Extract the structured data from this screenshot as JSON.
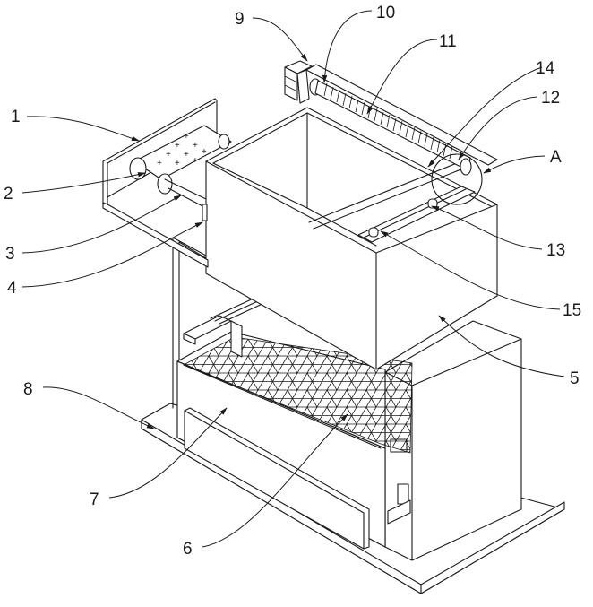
{
  "figure": {
    "title": "Isometric patent drawing of apparatus with reference numerals",
    "line_color": "#1a1a1a",
    "background": "#ffffff"
  },
  "labels": [
    {
      "id": "1",
      "text": "1",
      "part": "mounting-plate"
    },
    {
      "id": "2",
      "text": "2",
      "part": "textured-roller"
    },
    {
      "id": "3",
      "text": "3",
      "part": "roller-shaft"
    },
    {
      "id": "4",
      "text": "4",
      "part": "bearing-block"
    },
    {
      "id": "5",
      "text": "5",
      "part": "upper-box"
    },
    {
      "id": "6",
      "text": "6",
      "part": "mesh-screen"
    },
    {
      "id": "7",
      "text": "7",
      "part": "collection-drawer"
    },
    {
      "id": "8",
      "text": "8",
      "part": "base-plate"
    },
    {
      "id": "9",
      "text": "9",
      "part": "motor"
    },
    {
      "id": "10",
      "text": "10",
      "part": "coupling"
    },
    {
      "id": "11",
      "text": "11",
      "part": "lead-screw"
    },
    {
      "id": "12",
      "text": "12",
      "part": "slider-nut"
    },
    {
      "id": "13",
      "text": "13",
      "part": "guide-rail"
    },
    {
      "id": "14",
      "text": "14",
      "part": "scraper-bar"
    },
    {
      "id": "15",
      "text": "15",
      "part": "support-wheel"
    },
    {
      "id": "A",
      "text": "A",
      "part": "detail-circle-A"
    }
  ]
}
